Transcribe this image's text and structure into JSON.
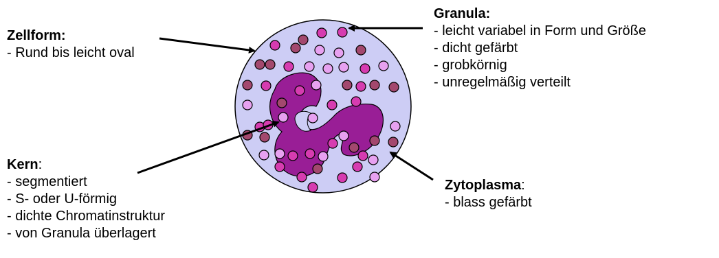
{
  "colors": {
    "cytoplasm": "#cdcdf5",
    "nucleus": "#991e96",
    "granule_pink": "#d63cb0",
    "granule_light": "#e7a1f0",
    "granule_mauve": "#a3486e",
    "outline": "#000000"
  },
  "labels": {
    "zellform": {
      "title": "Zellform:",
      "suffix": "",
      "lines": [
        "- Rund bis leicht oval"
      ]
    },
    "granula": {
      "title": "Granula:",
      "suffix": "",
      "lines": [
        "- leicht variabel in Form und Größe",
        "- dicht gefärbt",
        "- grobkörnig",
        "- unregelmäßig verteilt"
      ]
    },
    "kern": {
      "title": "Kern",
      "suffix": ":",
      "lines": [
        "- segmentiert",
        "- S- oder U-förmig",
        "- dichte Chromatinstruktur",
        "- von Granula überlagert"
      ]
    },
    "zytoplasma": {
      "title": "Zytoplasma",
      "suffix": ":",
      "lines": [
        "- blass gefärbt"
      ]
    }
  }
}
